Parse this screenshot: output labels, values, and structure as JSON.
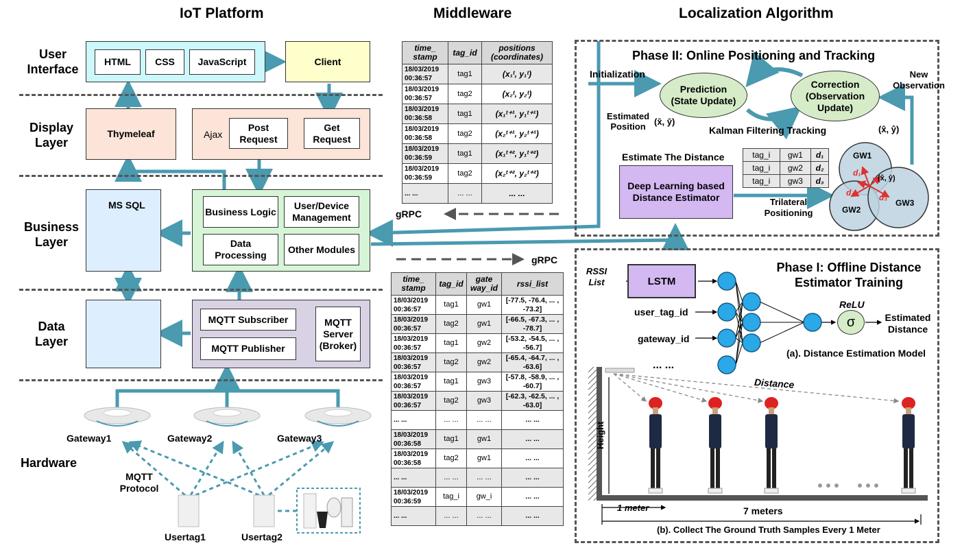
{
  "sections": {
    "iot_platform": "IoT Platform",
    "middleware": "Middleware",
    "localization": "Localization Algorithm"
  },
  "layers": {
    "user_interface": "User Interface",
    "display": "Display Layer",
    "business": "Business Layer",
    "data": "Data Layer",
    "hardware": "Hardware"
  },
  "ui": {
    "html": "HTML",
    "css": "CSS",
    "javascript": "JavaScript",
    "client": "Client"
  },
  "display": {
    "thymeleaf": "Thymeleaf",
    "ajax": "Ajax",
    "post_request": "Post Request",
    "get_request": "Get Request"
  },
  "business": {
    "ms_sql": "MS SQL",
    "business_logic": "Business Logic",
    "user_device_mgmt": "User/Device Management",
    "data_processing": "Data Processing",
    "other_modules": "Other Modules"
  },
  "data_layer": {
    "mqtt_subscriber": "MQTT Subscriber",
    "mqtt_publisher": "MQTT Publisher",
    "mqtt_server": "MQTT Server (Broker)"
  },
  "hardware": {
    "gateway1": "Gateway1",
    "gateway2": "Gateway2",
    "gateway3": "Gateway3",
    "mqtt_protocol": "MQTT Protocol",
    "usertag1": "Usertag1",
    "usertag2": "Usertag2"
  },
  "positions_table": {
    "headers": [
      "time_ stamp",
      "tag_id",
      "positions (coordinates)"
    ],
    "rows": [
      [
        "18/03/2019 00:36:57",
        "tag1",
        "(x₁ᵗ, y₁ᵗ)"
      ],
      [
        "18/03/2019 00:36:57",
        "tag2",
        "(x₂ᵗ, y₂ᵗ)"
      ],
      [
        "18/03/2019 00:36:58",
        "tag1",
        "(x₁ᵗ⁺¹, y₁ᵗ⁺¹)"
      ],
      [
        "18/03/2019 00:36:58",
        "tag2",
        "(x₂ᵗ⁺¹, y₂ᵗ⁺¹)"
      ],
      [
        "18/03/2019 00:36:59",
        "tag1",
        "(x₁ᵗ⁺², y₁ᵗ⁺²)"
      ],
      [
        "18/03/2019 00:36:59",
        "tag2",
        "(x₂ᵗ⁺², y₂ᵗ⁺²)"
      ],
      [
        "... ...",
        "... ...",
        "... ..."
      ]
    ]
  },
  "rssi_table": {
    "headers": [
      "time_ stamp",
      "tag_id",
      "gate way_id",
      "rssi_list"
    ],
    "rows": [
      [
        "18/03/2019 00:36:57",
        "tag1",
        "gw1",
        "[-77.5, -76.4, ... , -73.2]"
      ],
      [
        "18/03/2019 00:36:57",
        "tag2",
        "gw1",
        "[-66.5, -67.3, ... , -78.7]"
      ],
      [
        "18/03/2019 00:36:57",
        "tag1",
        "gw2",
        "[-53.2, -54.5, ... , -56.7]"
      ],
      [
        "18/03/2019 00:36:57",
        "tag2",
        "gw2",
        "[-65.4, -64.7, ... , -63.6]"
      ],
      [
        "18/03/2019 00:36:57",
        "tag1",
        "gw3",
        "[-57.8, -58.9, ... , -60.7]"
      ],
      [
        "18/03/2019 00:36:57",
        "tag2",
        "gw3",
        "[-62.3, -62.5, ... , -63.0]"
      ],
      [
        "... ...",
        "... ...",
        "... ...",
        "... ..."
      ],
      [
        "18/03/2019 00:36:58",
        "tag1",
        "gw1",
        "... ..."
      ],
      [
        "18/03/2019 00:36:58",
        "tag2",
        "gw1",
        "... ..."
      ],
      [
        "... ...",
        "... ...",
        "... ...",
        "... ..."
      ],
      [
        "18/03/2019 00:36:59",
        "tag_i",
        "gw_i",
        "... ..."
      ],
      [
        "... ...",
        "... ...",
        "... ...",
        "... ..."
      ]
    ]
  },
  "grpc": {
    "top": "gRPC",
    "bottom": "gRPC"
  },
  "phase2": {
    "title": "Phase II: Online Positioning and Tracking",
    "initialization": "Initialization",
    "prediction": "Prediction (State Update)",
    "correction": "Correction (Observation Update)",
    "new_observation": "New Observation",
    "estimated_position": "Estimated Position",
    "est_pos_symbol": "(x̄, ȳ)",
    "kalman": "Kalman Filtering Tracking",
    "xy_hat": "(x̂, ŷ)",
    "estimate_distance": "Estimate The Distance",
    "dl_estimator": "Deep Learning based Distance Estimator",
    "trilateral": "Trilateral Positioning",
    "dist_table": [
      [
        "tag_i",
        "gw1",
        "d₁"
      ],
      [
        "tag_i",
        "gw2",
        "d₂"
      ],
      [
        "tag_i",
        "gw3",
        "d₃"
      ]
    ],
    "gw1": "GW1",
    "gw2": "GW2",
    "gw3": "GW3",
    "d1": "d₁",
    "d2": "d₂",
    "d3": "d₃",
    "center": "(x̂, ŷ)"
  },
  "phase1": {
    "title": "Phase I: Offline Distance Estimator Training",
    "rssi_list": "RSSI List",
    "lstm": "LSTM",
    "user_tag_id": "user_tag_id",
    "gateway_id": "gateway_id",
    "dots": "... ...",
    "relu": "ReLU",
    "sigma": "σ",
    "estimated_distance": "Estimated Distance",
    "caption_a": "(a). Distance Estimation Model",
    "distance": "Distance",
    "height": "Height",
    "one_meter": "1 meter",
    "seven_meters": "7 meters",
    "caption_b": "(b). Collect The Ground Truth Samples Every 1 Meter"
  },
  "colors": {
    "arrow": "#4a9ab0",
    "ui_bg": "#ccf7fb",
    "client_bg": "#ffffcc",
    "display_bg": "#fce4d8",
    "business_bg": "#ddeeff",
    "business_inner_bg": "#d6f5d6",
    "data_bg": "#d9d2e4",
    "ellipse_bg": "#d6ecc8",
    "dl_bg": "#d3b8f2",
    "node": "#2aa8e8"
  }
}
